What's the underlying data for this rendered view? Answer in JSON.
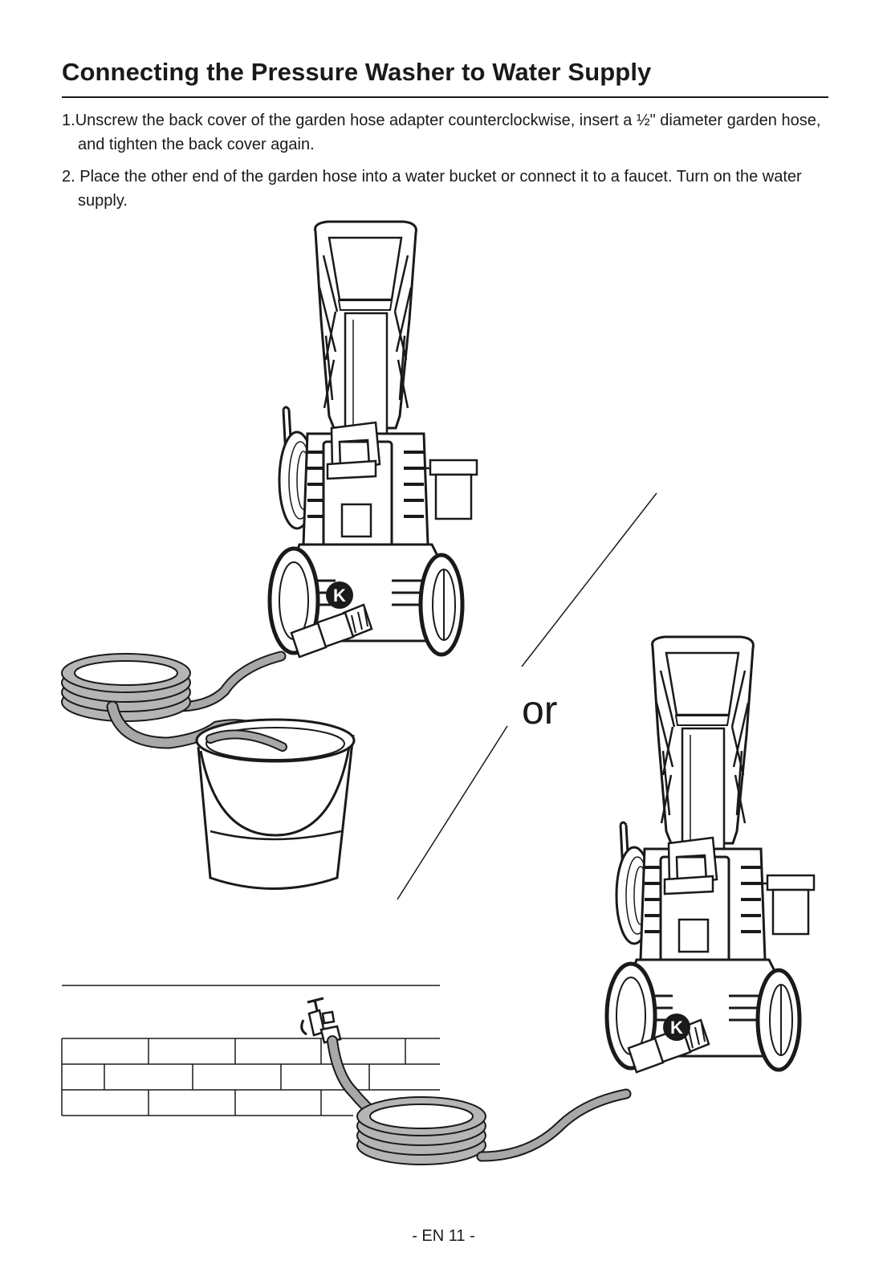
{
  "page": {
    "title": "Connecting the Pressure Washer to Water Supply",
    "steps": [
      {
        "number": "1.",
        "text": "Unscrew the back cover of the garden hose adapter counterclockwise, insert a ½\" diameter garden hose, and tighten the back cover again."
      },
      {
        "number": "2.",
        "text": " Place the other end of the garden hose into a water bucket or connect it to a faucet. Turn on the water supply."
      }
    ],
    "divider_label": "or",
    "callout_label": "K",
    "footer": "- EN 11 -"
  },
  "illustration": {
    "icons": [
      "pressure-washer-icon",
      "garden-hose-icon",
      "water-bucket-icon",
      "faucet-icon",
      "brick-wall-icon"
    ],
    "line_color": "#1a1a1a",
    "hose_color": "#9a9a9a"
  }
}
